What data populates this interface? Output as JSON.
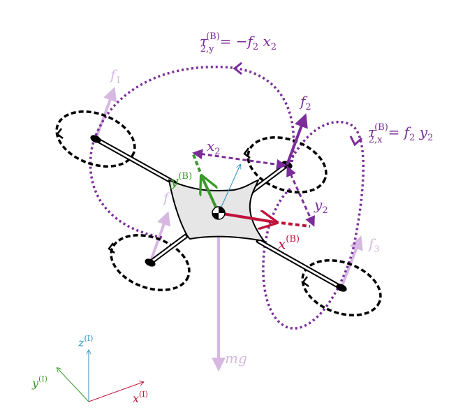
{
  "colors": {
    "purple": "#7b2d9a",
    "purple_light": "#d6b8e2",
    "green": "#3a9a2a",
    "green_dark": "#2f7f2f",
    "red": "#c0123a",
    "blue": "#2b8fbd",
    "black": "#000000",
    "body_fill": "#e6e6e6"
  },
  "labels": {
    "tau_y_lhs": "τ",
    "tau_y_sup": "(B)",
    "tau_y_sub": "2,y",
    "tau_y_rhs": "= −f",
    "tau_y_rhs_sub": "2",
    "tau_y_rhs_tail": " x",
    "tau_y_rhs_tail_sub": "2",
    "tau_x_lhs": "τ",
    "tau_x_sup": "(B)",
    "tau_x_sub": "2,x",
    "tau_x_rhs": "= f",
    "tau_x_rhs_sub": "2",
    "tau_x_rhs_tail": " y",
    "tau_x_rhs_tail_sub": "2",
    "f1": "f",
    "f1_sub": "1",
    "f2": "f",
    "f2_sub": "2",
    "f3": "f",
    "f3_sub": "3",
    "f4": "f",
    "x2": "x",
    "x2_sub": "2",
    "y2": "y",
    "y2_sub": "2",
    "yB": "y",
    "yB_sup": "(B)",
    "xB": "x",
    "xB_sup": "(B)",
    "mg": "mg",
    "zI": "z",
    "zI_sup": "(I)",
    "yI": "y",
    "yI_sup": "(I)",
    "xI": "x",
    "xI_sup": "(I)"
  }
}
